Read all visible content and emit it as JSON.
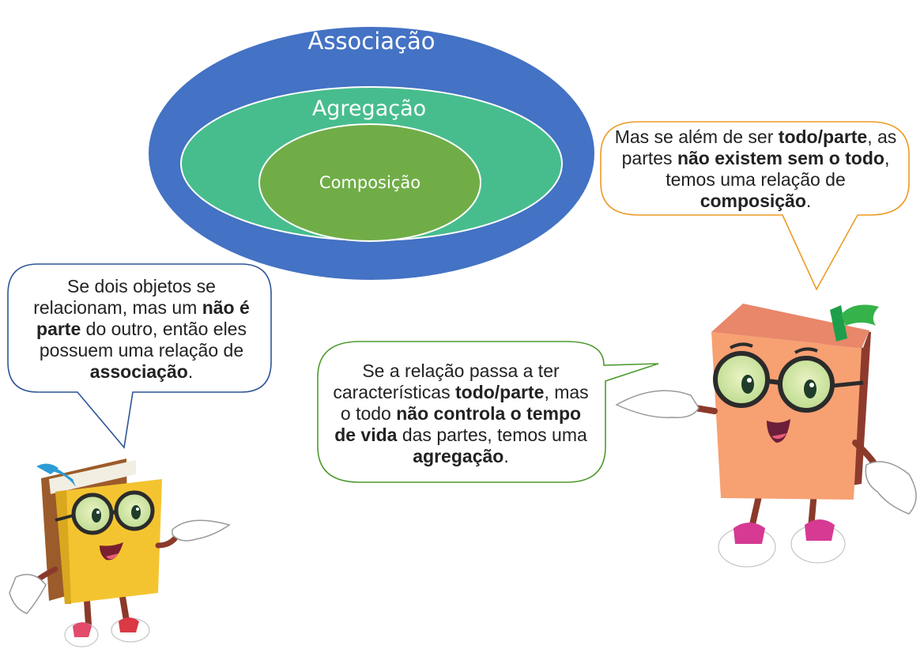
{
  "diagram": {
    "outer": {
      "label": "Associação",
      "color": "#4472C4"
    },
    "middle": {
      "label": "Agregação",
      "color": "#47BD8E"
    },
    "inner": {
      "label": "Composição",
      "color": "#70AD47"
    }
  },
  "bubbles": {
    "associacao": {
      "border_color": "#2F5597",
      "parts": [
        {
          "text": "Se dois objetos se relacionam, mas um ",
          "bold": false
        },
        {
          "text": "não é parte",
          "bold": true
        },
        {
          "text": " do outro, então eles possuem uma relação de ",
          "bold": false
        },
        {
          "text": "associação",
          "bold": true
        },
        {
          "text": ".",
          "bold": false
        }
      ]
    },
    "agregacao": {
      "border_color": "#4E9A2E",
      "parts": [
        {
          "text": "Se a relação passa a ter características ",
          "bold": false
        },
        {
          "text": "todo/parte",
          "bold": true
        },
        {
          "text": ", mas o todo ",
          "bold": false
        },
        {
          "text": "não controla o tempo de vida",
          "bold": true
        },
        {
          "text": " das partes, temos uma ",
          "bold": false
        },
        {
          "text": "agregação",
          "bold": true
        },
        {
          "text": ".",
          "bold": false
        }
      ]
    },
    "composicao": {
      "border_color": "#ED9A26",
      "parts": [
        {
          "text": "Mas se além de ser ",
          "bold": false
        },
        {
          "text": "todo/parte",
          "bold": true
        },
        {
          "text": ", as partes ",
          "bold": false
        },
        {
          "text": "não existem sem o todo",
          "bold": true
        },
        {
          "text": ", temos uma relação de ",
          "bold": false
        },
        {
          "text": "composição",
          "bold": true
        },
        {
          "text": ".",
          "bold": false
        }
      ]
    }
  },
  "characters": {
    "left_book": {
      "icon": "book-mascot-icon",
      "cover_color": "#F4C430",
      "spine_color": "#9C5B2A"
    },
    "right_book": {
      "icon": "book-mascot-icon",
      "cover_color": "#F7A072",
      "spine_color": "#8E3B2E"
    }
  }
}
